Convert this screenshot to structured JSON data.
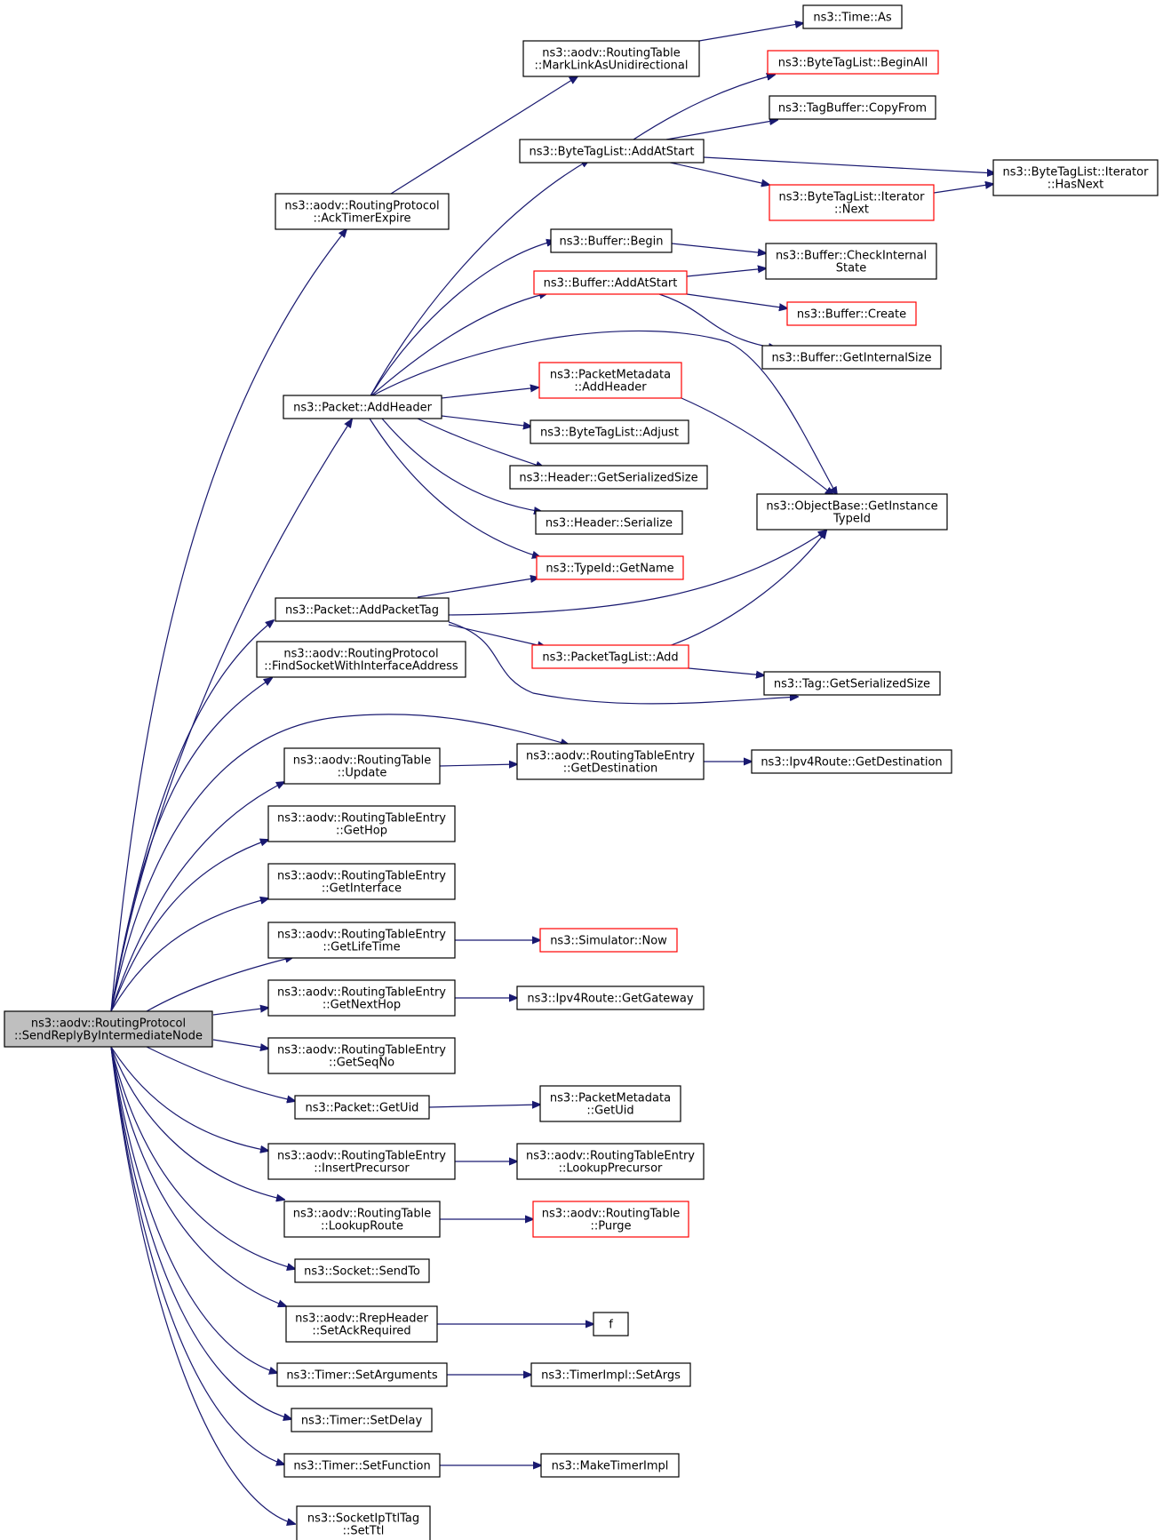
{
  "colors": {
    "edge": "#191970",
    "node_border": "#000000",
    "node_border_incomplete": "#ff0000",
    "root_fill": "#bfbfbf"
  },
  "nodes": {
    "root": [
      "ns3::aodv::RoutingProtocol",
      "::SendReplyByIntermediateNode"
    ],
    "ackTimerExpire": [
      "ns3::aodv::RoutingProtocol",
      "::AckTimerExpire"
    ],
    "markLink": [
      "ns3::aodv::RoutingTable",
      "::MarkLinkAsUnidirectional"
    ],
    "timeAs": [
      "ns3::Time::As"
    ],
    "beginAll": [
      "ns3::ByteTagList::BeginAll"
    ],
    "copyFrom": [
      "ns3::TagBuffer::CopyFrom"
    ],
    "addAtStartBTL": [
      "ns3::ByteTagList::AddAtStart"
    ],
    "hasNext": [
      "ns3::ByteTagList::Iterator",
      "::HasNext"
    ],
    "iterNext": [
      "ns3::ByteTagList::Iterator",
      "::Next"
    ],
    "bufferBegin": [
      "ns3::Buffer::Begin"
    ],
    "checkInternal": [
      "ns3::Buffer::CheckInternal",
      "State"
    ],
    "bufferAddAtStart": [
      "ns3::Buffer::AddAtStart"
    ],
    "bufferCreate": [
      "ns3::Buffer::Create"
    ],
    "getInternalSize": [
      "ns3::Buffer::GetInternalSize"
    ],
    "pmAddHeader": [
      "ns3::PacketMetadata",
      "::AddHeader"
    ],
    "packetAddHeader": [
      "ns3::Packet::AddHeader"
    ],
    "btlAdjust": [
      "ns3::ByteTagList::Adjust"
    ],
    "headerGetSerSize": [
      "ns3::Header::GetSerializedSize"
    ],
    "getInstanceTypeId": [
      "ns3::ObjectBase::GetInstance",
      "TypeId"
    ],
    "headerSerialize": [
      "ns3::Header::Serialize"
    ],
    "typeIdGetName": [
      "ns3::TypeId::GetName"
    ],
    "addPacketTag": [
      "ns3::Packet::AddPacketTag"
    ],
    "packetTagListAdd": [
      "ns3::PacketTagList::Add"
    ],
    "findSocket": [
      "ns3::aodv::RoutingProtocol",
      "::FindSocketWithInterfaceAddress"
    ],
    "tagGetSerSize": [
      "ns3::Tag::GetSerializedSize"
    ],
    "rtUpdate": [
      "ns3::aodv::RoutingTable",
      "::Update"
    ],
    "rteGetDestination": [
      "ns3::aodv::RoutingTableEntry",
      "::GetDestination"
    ],
    "ipv4GetDestination": [
      "ns3::Ipv4Route::GetDestination"
    ],
    "rteGetHop": [
      "ns3::aodv::RoutingTableEntry",
      "::GetHop"
    ],
    "rteGetInterface": [
      "ns3::aodv::RoutingTableEntry",
      "::GetInterface"
    ],
    "rteGetLifeTime": [
      "ns3::aodv::RoutingTableEntry",
      "::GetLifeTime"
    ],
    "simulatorNow": [
      "ns3::Simulator::Now"
    ],
    "rteGetNextHop": [
      "ns3::aodv::RoutingTableEntry",
      "::GetNextHop"
    ],
    "ipv4GetGateway": [
      "ns3::Ipv4Route::GetGateway"
    ],
    "rteGetSeqNo": [
      "ns3::aodv::RoutingTableEntry",
      "::GetSeqNo"
    ],
    "packetGetUid": [
      "ns3::Packet::GetUid"
    ],
    "pmGetUid": [
      "ns3::PacketMetadata",
      "::GetUid"
    ],
    "rteInsertPrecursor": [
      "ns3::aodv::RoutingTableEntry",
      "::InsertPrecursor"
    ],
    "rteLookupPrecursor": [
      "ns3::aodv::RoutingTableEntry",
      "::LookupPrecursor"
    ],
    "rtLookupRoute": [
      "ns3::aodv::RoutingTable",
      "::LookupRoute"
    ],
    "rtPurge": [
      "ns3::aodv::RoutingTable",
      "::Purge"
    ],
    "socketSendTo": [
      "ns3::Socket::SendTo"
    ],
    "setAckRequired": [
      "ns3::aodv::RrepHeader",
      "::SetAckRequired"
    ],
    "f": [
      "f"
    ],
    "timerSetArguments": [
      "ns3::Timer::SetArguments"
    ],
    "timerImplSetArgs": [
      "ns3::TimerImpl::SetArgs"
    ],
    "timerSetDelay": [
      "ns3::Timer::SetDelay"
    ],
    "timerSetFunction": [
      "ns3::Timer::SetFunction"
    ],
    "makeTimerImpl": [
      "ns3::MakeTimerImpl"
    ],
    "setTtl": [
      "ns3::SocketIpTtlTag",
      "::SetTtl"
    ]
  }
}
